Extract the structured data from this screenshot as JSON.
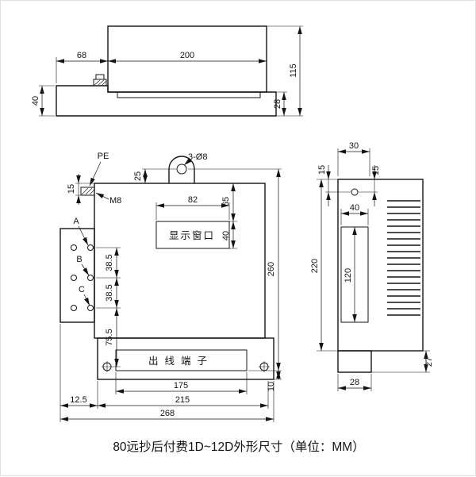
{
  "caption": "80远抄后付费1D~12D外形尺寸（单位：MM）",
  "top_view": {
    "dim_left": "68",
    "dim_width": "200",
    "dim_height": "115",
    "dim_left_height": "40",
    "dim_base_height": "28"
  },
  "front_view": {
    "pe_label": "PE",
    "m8_label": "M8",
    "dim_pe_top": "15",
    "dim_lug_hole": "25",
    "holes_label": "3-Ø8",
    "dim_window_width": "82",
    "dim_window_top": "65",
    "dim_window_height": "40",
    "window_label": "显示窗口",
    "terminal_a": "A",
    "terminal_b": "B",
    "terminal_c": "C",
    "dim_pitch_1": "38.5",
    "dim_pitch_2": "38.5",
    "dim_pitch_3": "75.5",
    "dim_height": "260",
    "dim_lip": "10",
    "outlet_label": "出线端子",
    "dim_hole_span": "175",
    "dim_body_width": "215",
    "dim_total_width": "268",
    "dim_left_offset": "12.5"
  },
  "side_view": {
    "dim_top_depth": "30",
    "dim_hole_left": "15",
    "dim_hole_right": "15",
    "dim_channel_width": "40",
    "dim_channel_height": "120",
    "dim_body_height": "220",
    "dim_foot_height": "27",
    "dim_foot_depth": "28"
  }
}
